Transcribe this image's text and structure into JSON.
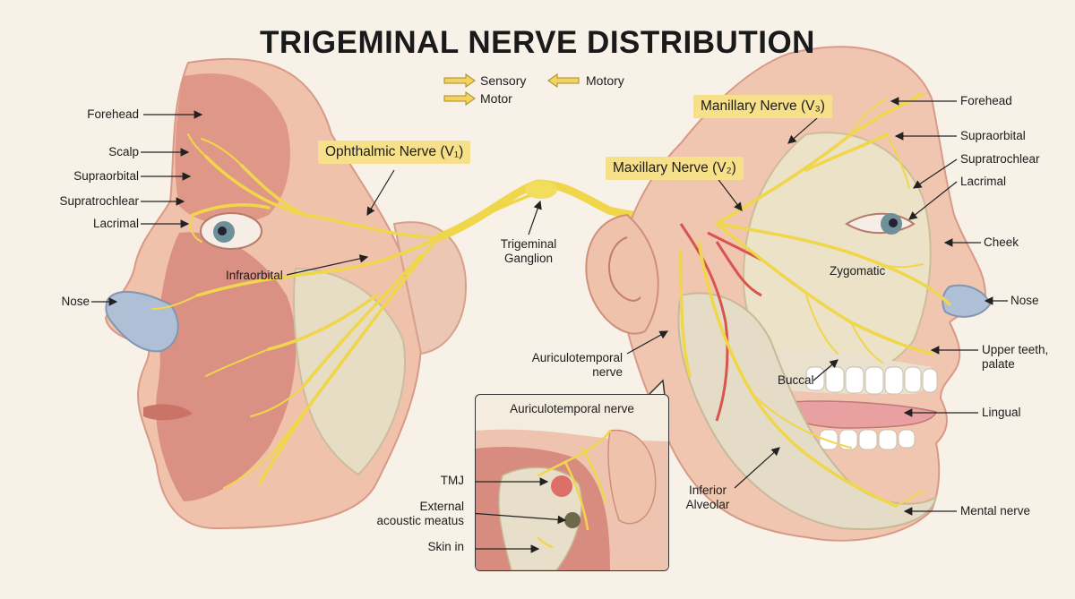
{
  "title": "TRIGEMINAL NERVE DISTRIBUTION",
  "legend": {
    "sensory": "Sensory",
    "motor": "Motor",
    "motory": "Motory"
  },
  "nerve_boxes": {
    "ophthalmic": "Ophthalmic Nerve (V₁)",
    "maxillary": "Maxillary Nerve (V₂)",
    "manillary": "Manillary Nerve (V₃)"
  },
  "left_labels": {
    "forehead": "Forehead",
    "scalp": "Scalp",
    "supraorbital": "Supraorbital",
    "supratrochlear": "Supratrochlear",
    "lacrimal": "Lacrimal",
    "infraorbital": "Infraorbital",
    "nose": "Nose"
  },
  "center_labels": {
    "trigeminal_ganglion": "Trigeminal\nGanglion",
    "auriculotemporal": "Auriculotemporal\nnerve"
  },
  "right_labels": {
    "forehead": "Forehead",
    "supraorbital": "Supraorbital",
    "supratrochlear": "Supratrochlear",
    "lacrimal": "Lacrimal",
    "cheek": "Cheek",
    "zygomatic": "Zygomatic",
    "nose": "Nose",
    "upper_teeth": "Upper teeth,\npalate",
    "buccal": "Buccal",
    "lingual": "Lingual",
    "inferior_alveolar": "Inferior\nAlveolar",
    "mental": "Mental nerve"
  },
  "inset": {
    "title": "Auriculotemporal nerve",
    "tmj": "TMJ",
    "external": "External\nacoustic meatus",
    "skin": "Skin in"
  },
  "colors": {
    "nerve": "#f0d64a",
    "muscle": "#d98c80",
    "skin": "#f2c6b0",
    "bone": "#e9e2cf",
    "nose_cartilage": "#aebfd6",
    "artery": "#d9534f",
    "label_box": "#f7e08a"
  }
}
